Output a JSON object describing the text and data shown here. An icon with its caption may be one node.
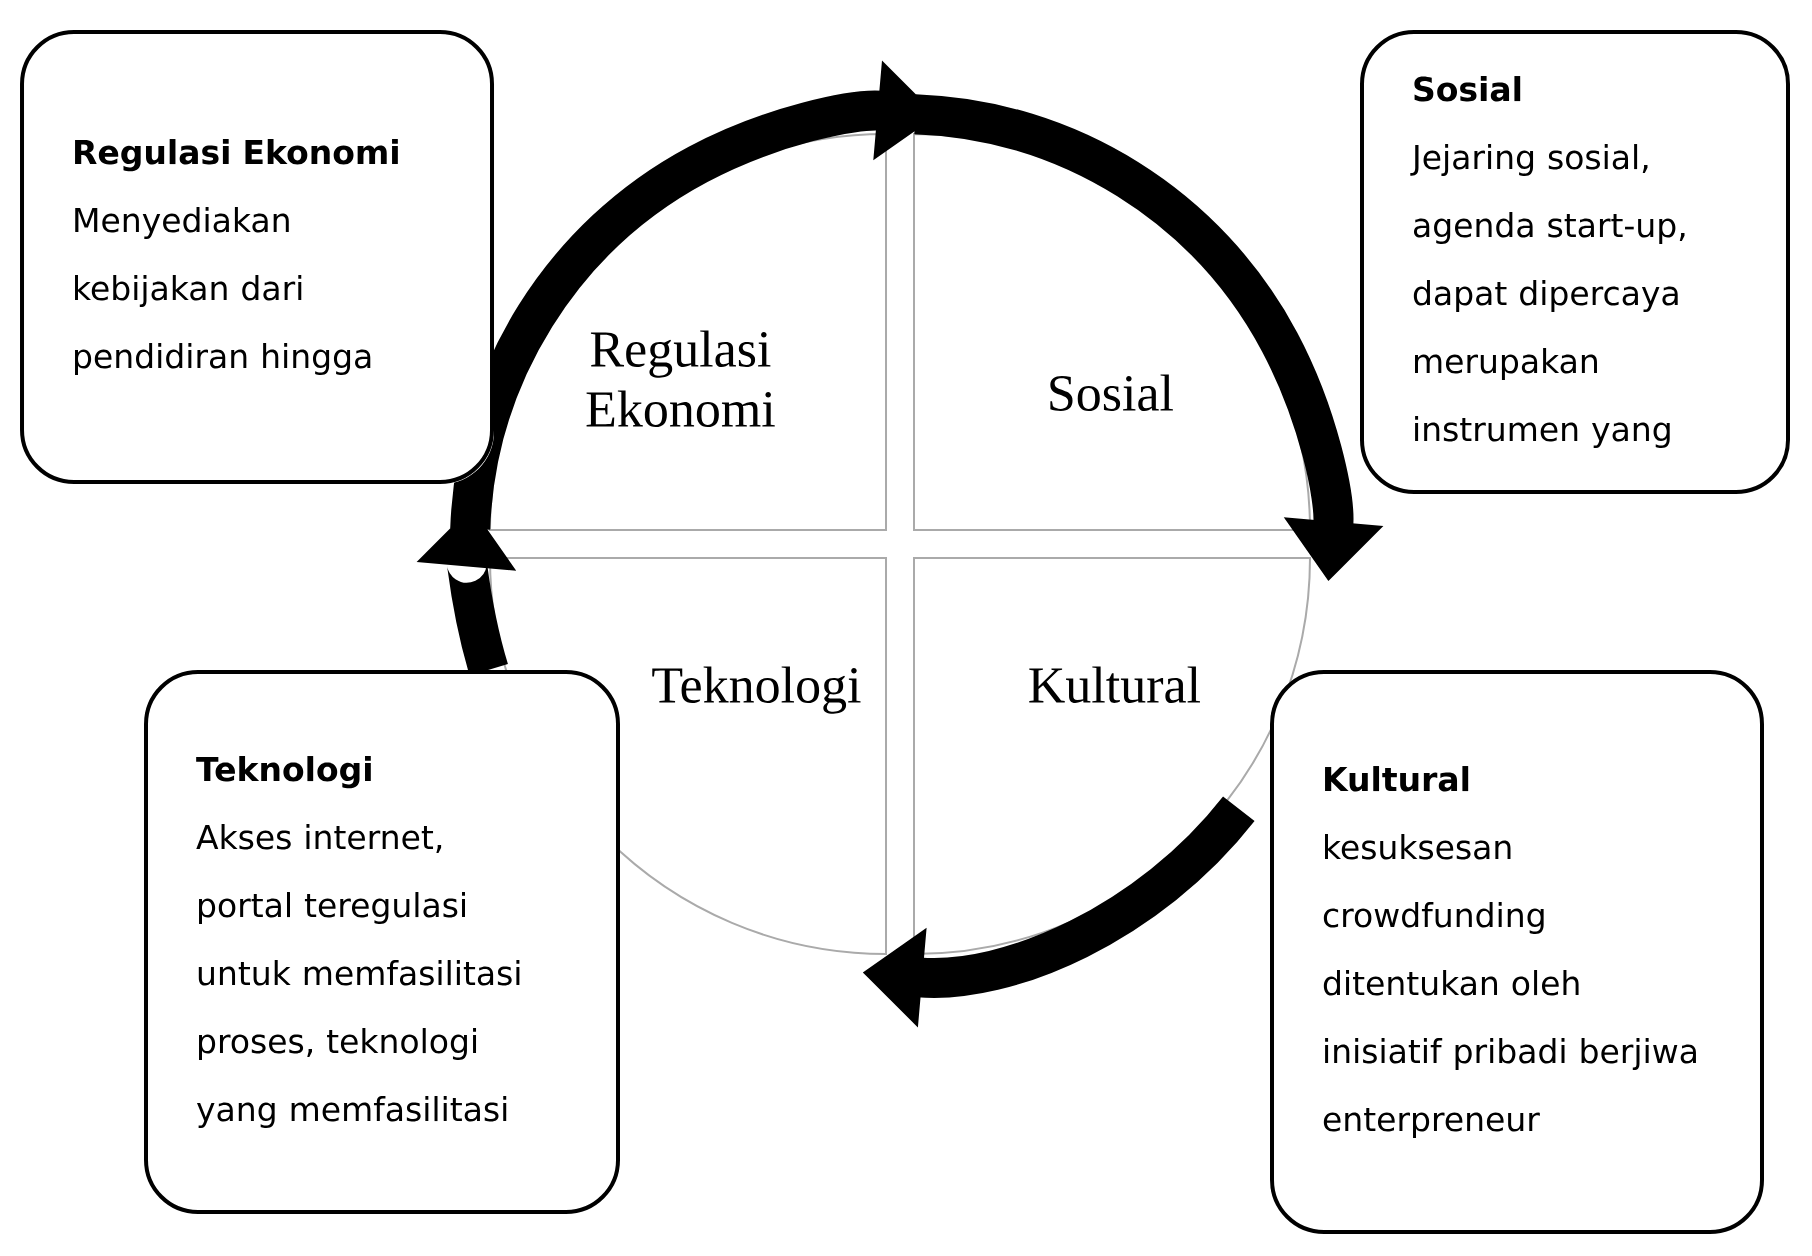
{
  "diagram": {
    "nodes": [
      {
        "text": [
          "Regulasi Ekonomi",
          "Menyediakan kebijakan dari pendidiran hingga"
        ]
      },
      {
        "text": [
          "Sosial",
          "Jejaring sosial, agenda start-up, dapat dipercaya merupakan instrumen yang"
        ]
      },
      {
        "text": [
          "Regulasi Ekonomi"
        ]
      },
      {
        "text": [
          "Sosial"
        ]
      },
      {
        "text": [
          "Teknologi"
        ]
      },
      {
        "text": [
          "Kultural"
        ]
      },
      {
        "text": [
          "Teknologi",
          "Akses internet, portal teregulasi untuk memfasilitasi proses, teknologi yang memfasilitasi"
        ]
      },
      {
        "text": [
          "Kultural",
          "kesuksesan crowdfunding ditentukan oleh inisiatif pribadi berjiwa enterpreneur"
        ]
      }
    ],
    "edges": [
      {
        "from": 2,
        "to": 3,
        "arrow": "to"
      },
      {
        "from": 3,
        "to": 5,
        "arrow": "to"
      },
      {
        "from": 5,
        "to": 4,
        "arrow": "to"
      },
      {
        "from": 4,
        "to": 2,
        "arrow": "to"
      }
    ]
  }
}
